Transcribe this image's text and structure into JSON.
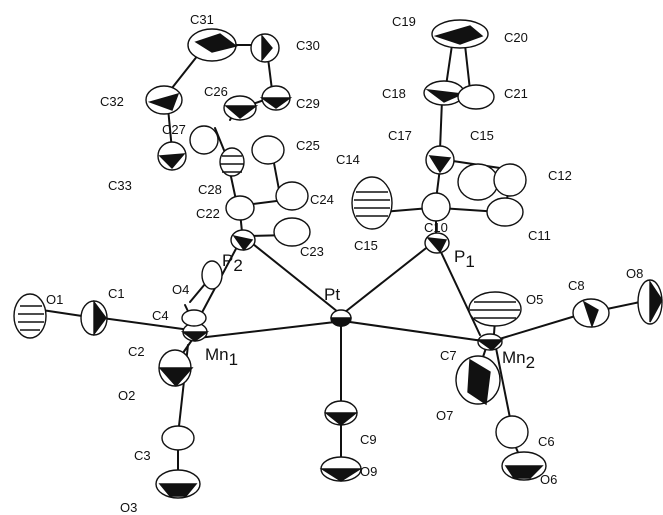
{
  "figure": {
    "colors": {
      "ink": "#111111",
      "ellipse_fill": "#ffffff",
      "shade": "#222222"
    },
    "atoms": {
      "Pt": {
        "label": "Pt"
      },
      "Mn1": {
        "label": "Mn",
        "sub": "1"
      },
      "Mn2": {
        "label": "Mn",
        "sub": "2"
      },
      "P1": {
        "label": "P",
        "sub": "1"
      },
      "P2": {
        "label": "P",
        "sub": "2"
      },
      "O1": {
        "label": "O1"
      },
      "O2": {
        "label": "O2"
      },
      "O3": {
        "label": "O3"
      },
      "O4": {
        "label": "O4"
      },
      "O5": {
        "label": "O5"
      },
      "O6": {
        "label": "O6"
      },
      "O7": {
        "label": "O7"
      },
      "O8": {
        "label": "O8"
      },
      "O9": {
        "label": "O9"
      },
      "C1": {
        "label": "C1"
      },
      "C2": {
        "label": "C2"
      },
      "C3": {
        "label": "C3"
      },
      "C4": {
        "label": "C4"
      },
      "C6": {
        "label": "C6"
      },
      "C7": {
        "label": "C7"
      },
      "C8": {
        "label": "C8"
      },
      "C9": {
        "label": "C9"
      },
      "C10": {
        "label": "C10"
      },
      "C11": {
        "label": "C11"
      },
      "C12": {
        "label": "C12"
      },
      "C14": {
        "label": "C14"
      },
      "C15a": {
        "label": "C15"
      },
      "C15b": {
        "label": "C15"
      },
      "C17": {
        "label": "C17"
      },
      "C18": {
        "label": "C18"
      },
      "C19": {
        "label": "C19"
      },
      "C20": {
        "label": "C20"
      },
      "C21": {
        "label": "C21"
      },
      "C22": {
        "label": "C22"
      },
      "C23": {
        "label": "C23"
      },
      "C24": {
        "label": "C24"
      },
      "C25": {
        "label": "C25"
      },
      "C26": {
        "label": "C26"
      },
      "C27": {
        "label": "C27"
      },
      "C28": {
        "label": "C28"
      },
      "C29": {
        "label": "C29"
      },
      "C30": {
        "label": "C30"
      },
      "C31": {
        "label": "C31"
      },
      "C32": {
        "label": "C32"
      },
      "C33": {
        "label": "C33"
      }
    }
  }
}
